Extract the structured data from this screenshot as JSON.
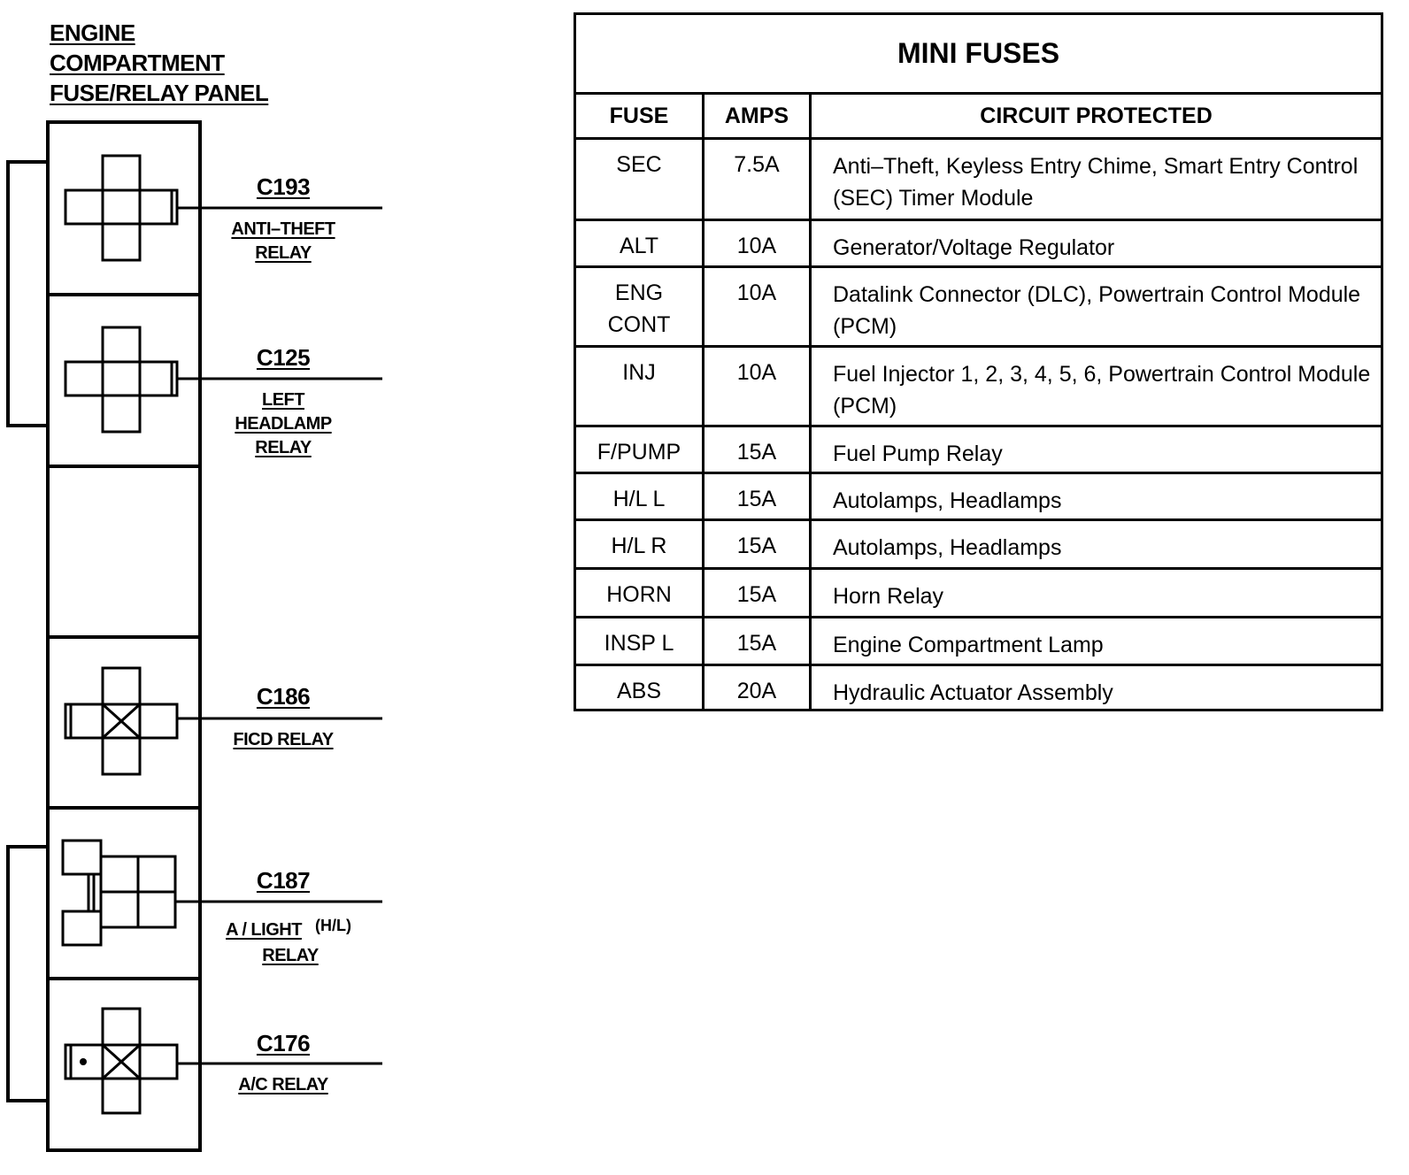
{
  "panel": {
    "title_lines": [
      "ENGINE",
      "COMPARTMENT",
      "FUSE/RELAY PANEL"
    ]
  },
  "connectors": [
    {
      "id": "C193",
      "description_lines": [
        "ANTI–THEFT",
        "RELAY"
      ],
      "symbol": "cross-relay-icon"
    },
    {
      "id": "C125",
      "description_lines": [
        "LEFT",
        "HEADLAMP",
        "RELAY"
      ],
      "symbol": "cross-relay-icon"
    },
    {
      "id": "C186",
      "description_lines": [
        "FICD RELAY"
      ],
      "symbol": "cross-relay-x-icon"
    },
    {
      "id": "C187",
      "description_lines": [
        "A / LIGHT",
        "RELAY"
      ],
      "note": "(H/L)",
      "symbol": "grid-relay-icon"
    },
    {
      "id": "C176",
      "description_lines": [
        "A/C RELAY"
      ],
      "symbol": "cross-relay-x-dot-icon"
    }
  ],
  "mini_fuses": {
    "title": "MINI FUSES",
    "headers": [
      "FUSE",
      "AMPS",
      "CIRCUIT PROTECTED"
    ],
    "rows": [
      {
        "fuse": "SEC",
        "amps": "7.5A",
        "circuit": "Anti–Theft, Keyless Entry Chime, Smart Entry Control (SEC) Timer Module"
      },
      {
        "fuse": "ALT",
        "amps": "10A",
        "circuit": "Generator/Voltage Regulator"
      },
      {
        "fuse": "ENG CONT",
        "amps": "10A",
        "circuit": "Datalink Connector (DLC), Powertrain Control Module (PCM)"
      },
      {
        "fuse": "INJ",
        "amps": "10A",
        "circuit": "Fuel Injector 1, 2, 3, 4, 5, 6, Powertrain Control Module (PCM)"
      },
      {
        "fuse": "F/PUMP",
        "amps": "15A",
        "circuit": "Fuel Pump Relay"
      },
      {
        "fuse": "H/L L",
        "amps": "15A",
        "circuit": "Autolamps, Headlamps"
      },
      {
        "fuse": "H/L R",
        "amps": "15A",
        "circuit": "Autolamps, Headlamps"
      },
      {
        "fuse": "HORN",
        "amps": "15A",
        "circuit": "Horn Relay"
      },
      {
        "fuse": "INSP L",
        "amps": "15A",
        "circuit": "Engine Compartment Lamp"
      },
      {
        "fuse": "ABS",
        "amps": "20A",
        "circuit": "Hydraulic Actuator Assembly"
      }
    ]
  }
}
